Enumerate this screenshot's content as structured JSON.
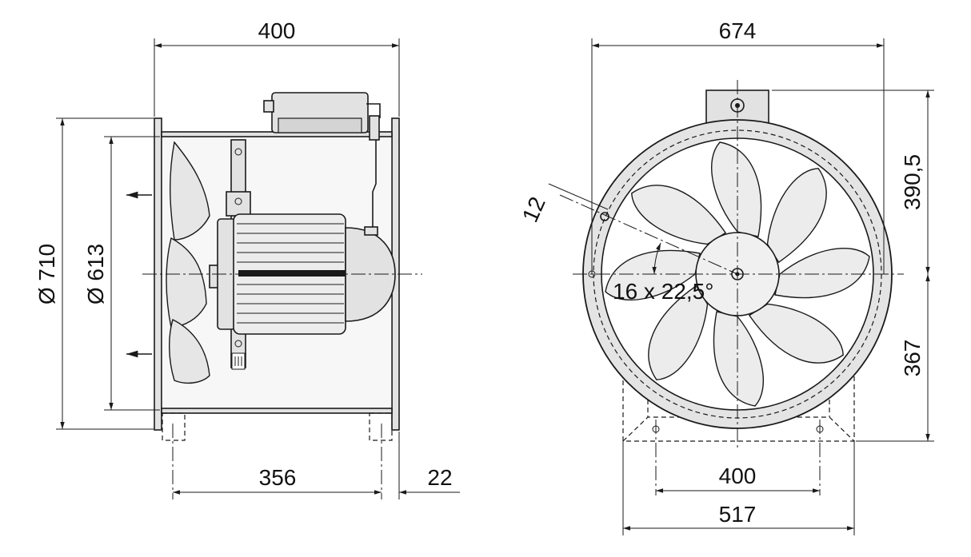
{
  "side_view": {
    "width_top": "400",
    "diameter_outer": "Ø 710",
    "diameter_inner": "Ø 613",
    "mount_spacing": "356",
    "flange_offset": "22"
  },
  "front_view": {
    "width_top": "674",
    "height_upper": "390,5",
    "height_lower": "367",
    "hole_size": "12",
    "bolt_pattern": "16 x 22,5°",
    "base_hole_spacing": "400",
    "base_width": "517"
  }
}
